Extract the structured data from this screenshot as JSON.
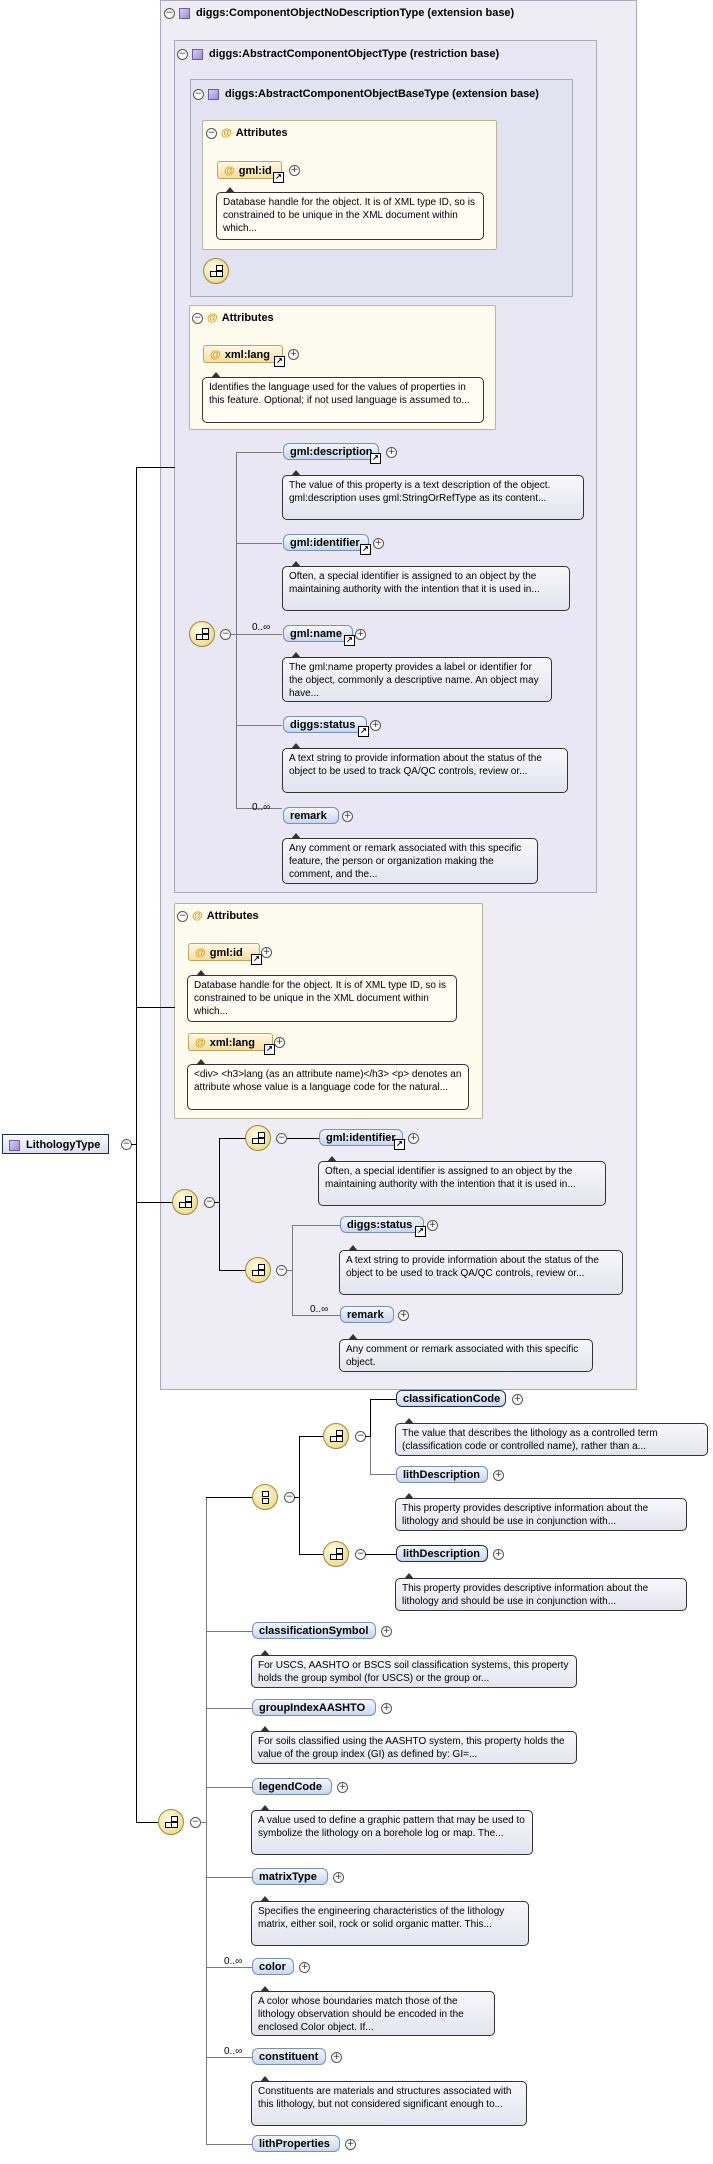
{
  "root": {
    "label": "LithologyType"
  },
  "base1": {
    "title": "diggs:ComponentObjectNoDescriptionType (extension base)"
  },
  "base2": {
    "title": "diggs:AbstractComponentObjectType (restriction base)"
  },
  "base3": {
    "title": "diggs:AbstractComponentObjectBaseType (extension base)"
  },
  "attributes_label": "Attributes",
  "cardinality": {
    "many": "0..∞"
  },
  "attr_gmlid_1": {
    "name": "gml:id",
    "doc": "Database handle for the object. It is of XML type ID, so is constrained to be unique in the XML document within which..."
  },
  "attr_xmllang_1": {
    "name": "xml:lang",
    "doc": "Identifies the language used for the values of properties in this feature. Optional; if not used language is assumed to..."
  },
  "elements_a": [
    {
      "name": "gml:description",
      "doc": "The value of this property is a text description of the object. gml:description uses gml:StringOrRefType as its content..."
    },
    {
      "name": "gml:identifier",
      "doc": "Often, a special identifier is assigned to an object by the maintaining authority with the intention that it is used in..."
    },
    {
      "name": "gml:name",
      "doc": "The gml:name property provides a label or identifier for the object, commonly a descriptive name. An object may have..."
    },
    {
      "name": "diggs:status",
      "doc": "A text string to provide information about the status of the object to be used to track QA/QC controls, review or..."
    },
    {
      "name": "remark",
      "doc": "Any comment or remark associated with this specific feature, the person or organization making the comment, and the..."
    }
  ],
  "attr_gmlid_2": {
    "name": "gml:id",
    "doc": "Database handle for the object. It is of XML type ID, so is constrained to be unique in the XML document within which..."
  },
  "attr_xmllang_2": {
    "name": "xml:lang",
    "doc": "<div> <h3>lang (as an attribute name)</h3> <p> denotes an attribute whose value is a language code for the natural..."
  },
  "elements_b": [
    {
      "name": "gml:identifier",
      "doc": "Often, a special identifier is assigned to an object by the maintaining authority with the intention that it is used in..."
    },
    {
      "name": "diggs:status",
      "doc": "A text string to provide information about the status of the object to be used to track QA/QC controls, review or..."
    },
    {
      "name": "remark",
      "doc": "Any comment or remark associated with this specific object."
    }
  ],
  "elements_c": [
    {
      "name": "classificationCode",
      "doc": "The value that describes the lithology as a controlled term (classification code or controlled name), rather than a..."
    },
    {
      "name": "lithDescription",
      "doc": "This property provides descriptive information about the lithology and should be use in conjunction with..."
    },
    {
      "name": "lithDescription",
      "doc": "This property provides descriptive information about the lithology and should be use in conjunction with..."
    },
    {
      "name": "classificationSymbol",
      "doc": "For USCS, AASHTO or BSCS soil classification systems, this property holds the group symbol (for USCS) or the group or..."
    },
    {
      "name": "groupIndexAASHTO",
      "doc": "For soils classified using the AASHTO system, this property holds the value of the group index (GI) as defined by: GI=..."
    },
    {
      "name": "legendCode",
      "doc": "A value used to define a graphic pattern that may be used to symbolize the lithology on a borehole log or map. The..."
    },
    {
      "name": "matrixType",
      "doc": "Specifies the engineering characteristics of the lithology matrix, either soil, rock or solid organic matter. This..."
    },
    {
      "name": "color",
      "doc": "A color whose boundaries match those of the lithology observation should be encoded in the enclosed Color object. If..."
    },
    {
      "name": "constituent",
      "doc": "Constituents are materials and structures associated with this lithology, but not considered significant enough to..."
    },
    {
      "name": "lithProperties",
      "doc": ""
    }
  ]
}
